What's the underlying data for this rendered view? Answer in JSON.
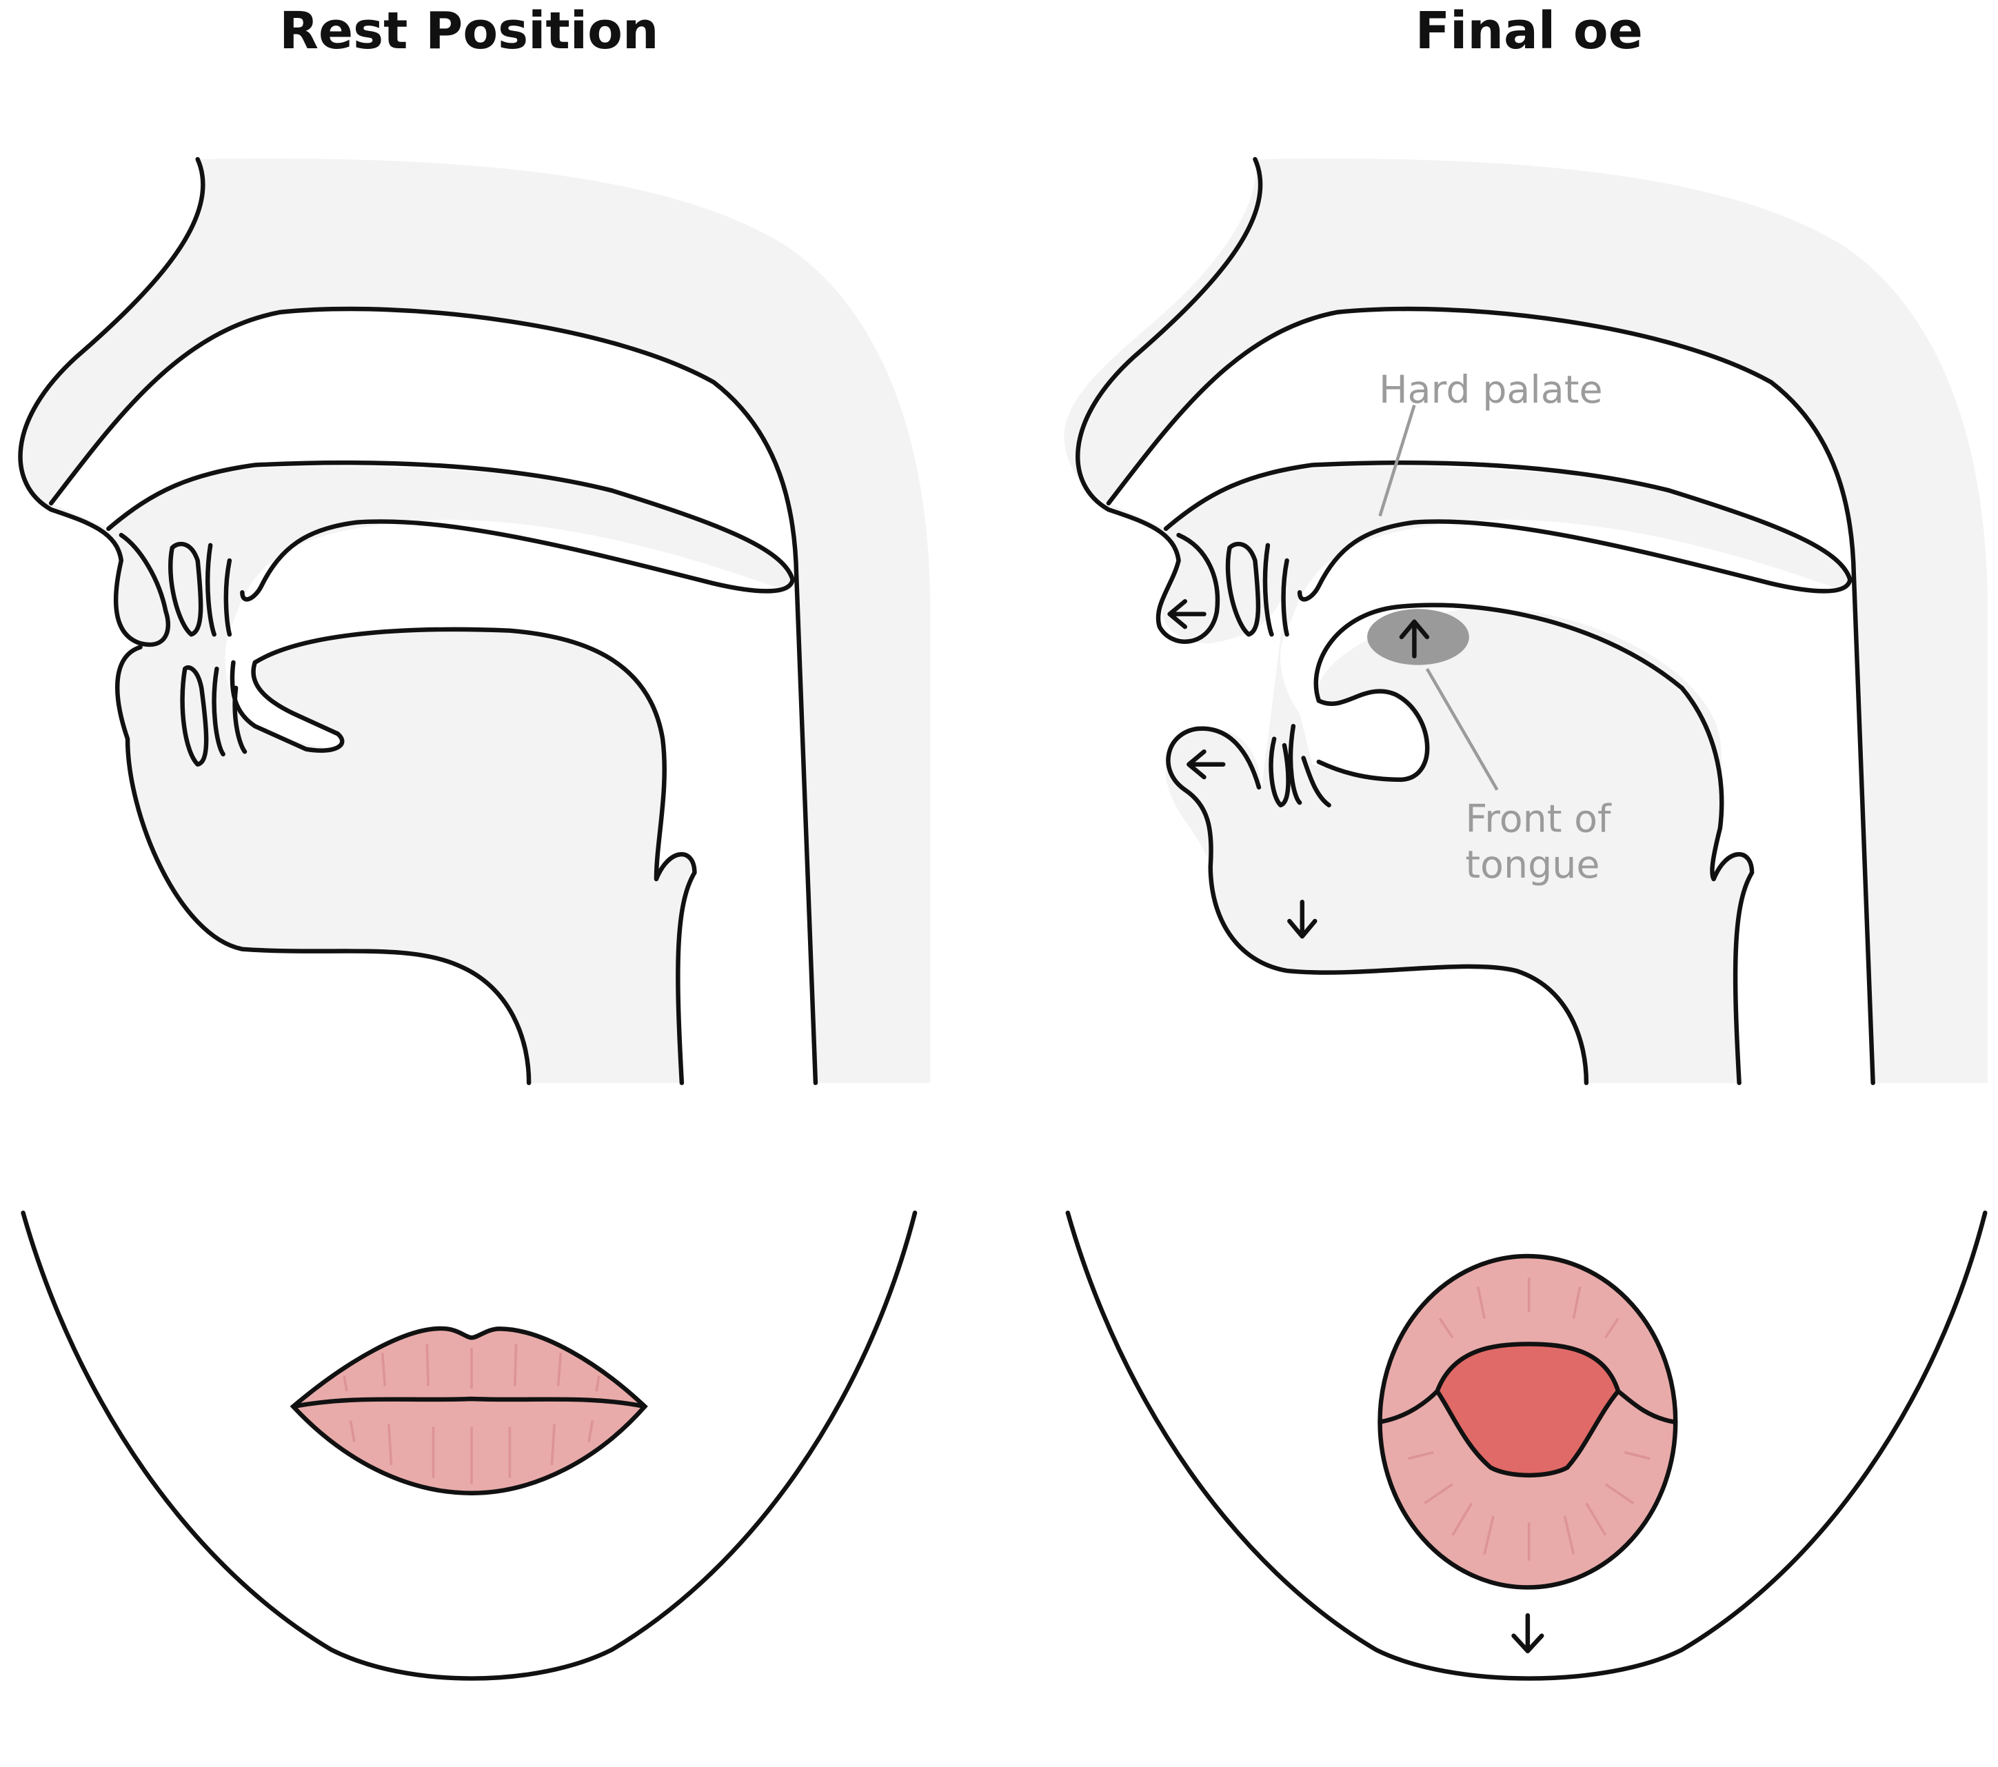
{
  "panels": [
    {
      "title": "Rest Position"
    },
    {
      "title": "Final oe",
      "labels": {
        "hard_palate": "Hard palate",
        "front_of_tongue_line1": "Front of",
        "front_of_tongue_line2": "tongue"
      }
    }
  ],
  "colors": {
    "tissue": "#f3f3f3",
    "lips": "#e8abaa",
    "tongue": "#e06a67",
    "highlight": "#9a9a9a",
    "label": "#9b9b9b"
  }
}
